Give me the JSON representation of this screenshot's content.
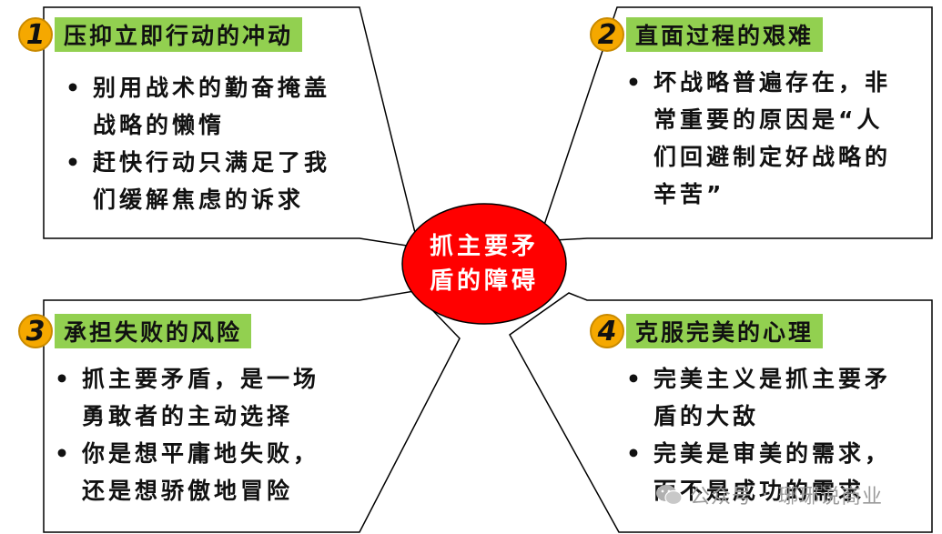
{
  "center": {
    "line1": "抓主要矛",
    "line2": "盾的障碍",
    "fill": "#ff0000"
  },
  "quadrants": [
    {
      "num": "1",
      "title": "压抑立即行动的冲动",
      "bullets": [
        {
          "line1": "别用战术的勤奋掩盖",
          "line2": "战略的懒惰"
        },
        {
          "line1": "赶快行动只满足了我",
          "line2": "们缓解焦虑的诉求"
        }
      ]
    },
    {
      "num": "2",
      "title": "直面过程的艰难",
      "bullets": [
        {
          "line1": "坏战略普遍存在，非",
          "line2": "常重要的原因是“人",
          "line3": "们回避制定好战略的",
          "line4": "辛苦”"
        }
      ]
    },
    {
      "num": "3",
      "title": "承担失败的风险",
      "bullets": [
        {
          "line1": "抓主要矛盾，是一场",
          "line2": "勇敢者的主动选择"
        },
        {
          "line1": "你是想平庸地失败，",
          "line2": "还是想骄傲地冒险"
        }
      ]
    },
    {
      "num": "4",
      "title": "克服完美的心理",
      "bullets": [
        {
          "line1": "完美主义是抓主要矛",
          "line2": "盾的大敌"
        },
        {
          "line1": "完美是审美的需求，",
          "line2": "而不是成功的需求"
        }
      ]
    }
  ],
  "bullet_symbol": "•",
  "watermark": {
    "source": "公众号",
    "separator": "·",
    "name": "琊琊说商业"
  },
  "colors": {
    "title_bg": "#92d050",
    "badge": "#f5a800",
    "center": "#ff0000",
    "outline": "#000000"
  }
}
